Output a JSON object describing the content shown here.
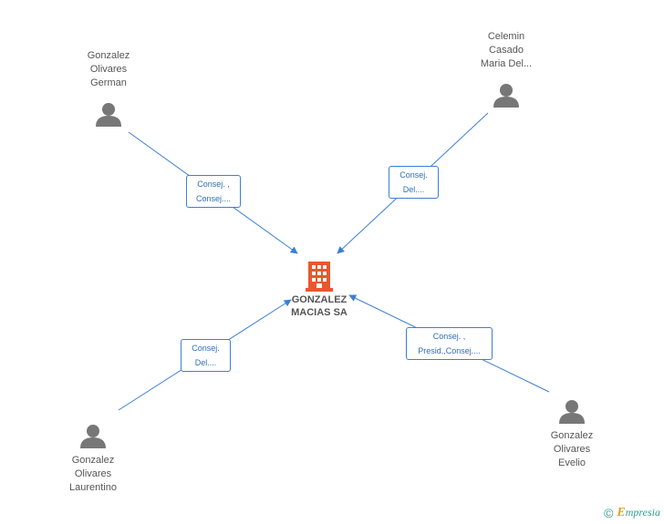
{
  "company": {
    "line1": "GONZALEZ",
    "line2": "MACIAS SA",
    "icon": "building-icon",
    "color": "#e8572f"
  },
  "people": [
    {
      "id": "gonzalez-olivares-german",
      "lines": [
        "Gonzalez",
        "Olivares",
        "German"
      ],
      "icon": "person-icon"
    },
    {
      "id": "celemin-casado-maria",
      "lines": [
        "Celemin",
        "Casado",
        "Maria Del..."
      ],
      "icon": "person-icon"
    },
    {
      "id": "gonzalez-olivares-laurentino",
      "lines": [
        "Gonzalez",
        "Olivares",
        "Laurentino"
      ],
      "icon": "person-icon"
    },
    {
      "id": "gonzalez-olivares-evelio",
      "lines": [
        "Gonzalez",
        "Olivares",
        "Evelio"
      ],
      "icon": "person-icon"
    }
  ],
  "relations": [
    {
      "lines": [
        "Consej. ,",
        "Consej...."
      ]
    },
    {
      "lines": [
        "Consej.",
        "Del...."
      ]
    },
    {
      "lines": [
        "Consej.",
        "Del...."
      ]
    },
    {
      "lines": [
        "Consej. ,",
        "Presid.,Consej...."
      ]
    }
  ],
  "footer": {
    "copyright": "©",
    "brand_first": "E",
    "brand_rest": "mpresia"
  },
  "colors": {
    "edge": "#3b7fd4",
    "person": "#777777",
    "text": "#555555"
  }
}
